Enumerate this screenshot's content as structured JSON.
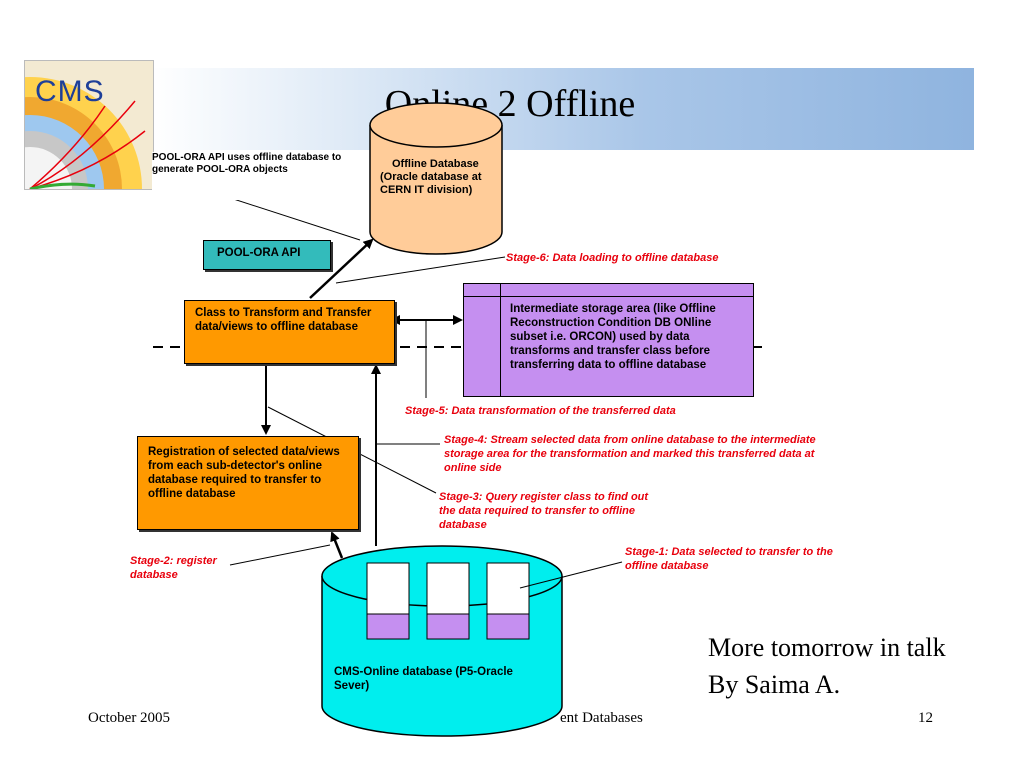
{
  "slide": {
    "title": "Online 2 Offline",
    "logo_text": "CMS"
  },
  "boxes": {
    "pool_ora_note": "POOL-ORA API uses offline database to generate POOL-ORA objects",
    "offline_db": "Offline Database (Oracle database at CERN IT division)",
    "pool_ora_api": "POOL-ORA API",
    "transform_class": "Class to Transform and Transfer data/views to offline database",
    "intermediate": "Intermediate storage area (like Offline Reconstruction Condition DB ONline subset i.e. ORCON) used by data transforms and transfer class before transferring data to offline database",
    "registration": "Registration of selected data/views from each sub-detector's online database required to transfer to offline database",
    "online_db": "CMS-Online database (P5-Oracle Sever)"
  },
  "stages": {
    "stage6": "Stage-6: Data loading to offline database",
    "stage5": "Stage-5: Data transformation of the transferred data",
    "stage4": "Stage-4: Stream selected data from online database to the intermediate storage area for the transformation and marked this transferred data at online side",
    "stage3": "Stage-3: Query register class to find out the data required to transfer to offline database",
    "stage2": "Stage-2: register database",
    "stage1": "Stage-1: Data selected to transfer to the offline database"
  },
  "note": {
    "line1": "More tomorrow in talk",
    "line2": "By Saima A."
  },
  "footer": {
    "date": "October 2005",
    "center": "ent Databases",
    "page": "12"
  },
  "colors": {
    "orange": "#ff9900",
    "peach": "#ffcc99",
    "cyan": "#00eeee",
    "purple": "#c58ff0",
    "teal": "#33bbbb",
    "red_text": "#e8000d"
  }
}
